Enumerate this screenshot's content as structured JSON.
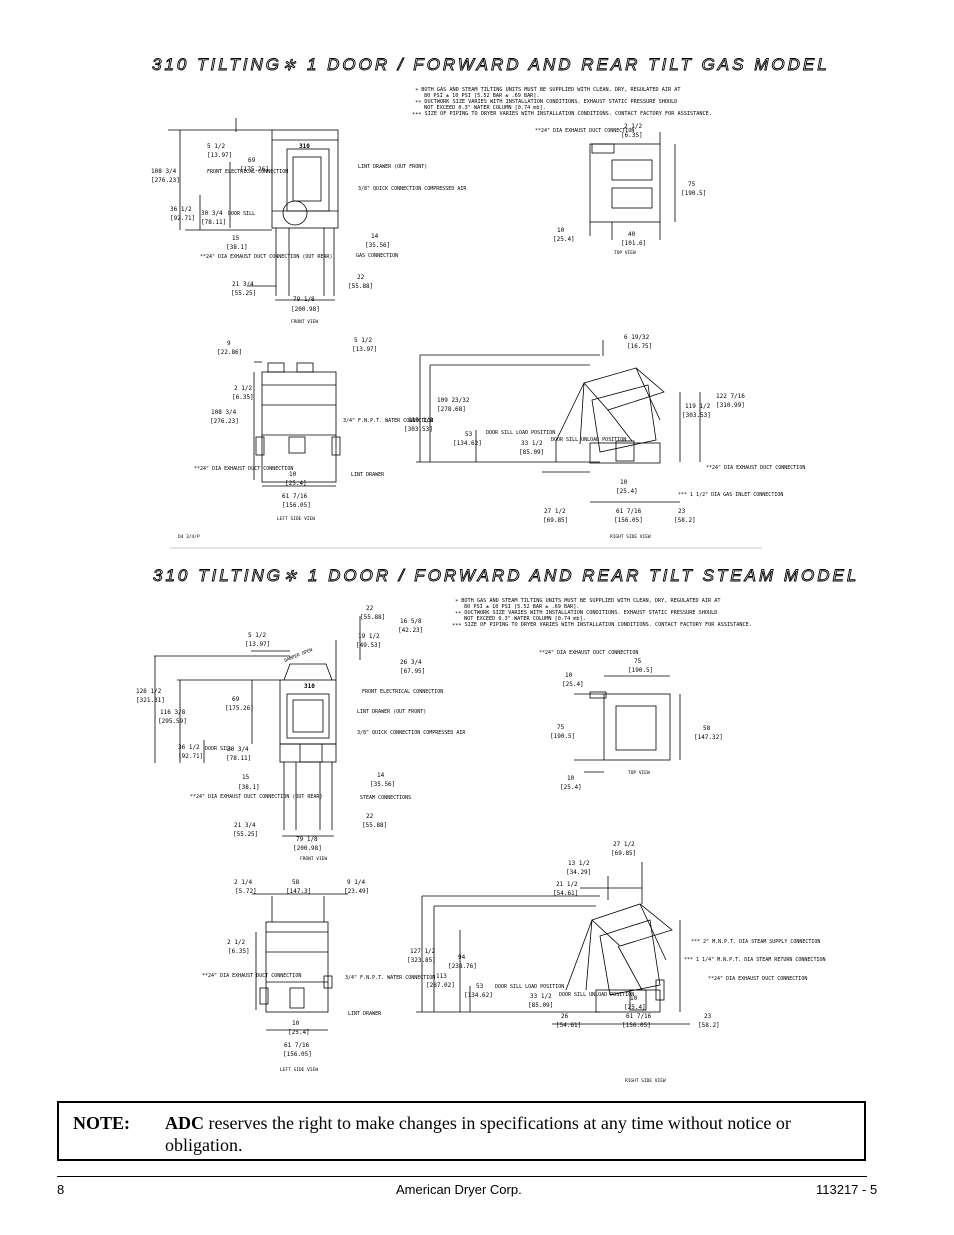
{
  "gas": {
    "title": "310 TILTING∗ 1 DOOR / FORWARD AND REAR TILT GAS MODEL",
    "notes": [
      "∗ BOTH GAS AND STEAM TILTING UNITS MUST BE SUPPLIED WITH CLEAN, DRY, REGULATED AIR AT",
      "80 PSI ± 10 PSI [5.52 BAR ± .69 BAR].",
      "∗∗ DUCTWORK SIZE VARIES WITH INSTALLATION CONDITIONS. EXHAUST STATIC PRESSURE SHOULD",
      "NOT EXCEED 0.3\" WATER COLUMN [0.74 mb].",
      "∗∗∗ SIZE OF PIPING TO DRYER VARIES WITH INSTALLATION CONDITIONS. CONTACT FACTORY FOR ASSISTANCE."
    ],
    "front": {
      "dims": [
        "5 1/2",
        "[13.97]",
        "69",
        "[175.26]",
        "108 3/4",
        "[276.23]",
        "36 1/2",
        "[92.71]",
        "30 3/4",
        "[78.11]",
        "15",
        "[38.1]",
        "21 3/4",
        "[55.25]",
        "79 1/8",
        "[200.98]",
        "14",
        "[35.56]",
        "22",
        "[55.88]"
      ],
      "door_sill": "DOOR SILL",
      "brand": "310",
      "callouts": [
        "FRONT ELECTRICAL CONNECTION",
        "LINT DRAWER (OUT FRONT)",
        "3/8\" QUICK CONNECTION COMPRESSED AIR",
        "**24\" DIA EXHAUST DUCT CONNECTION (OUT REAR)",
        "GAS CONNECTION"
      ],
      "view": "FRONT VIEW"
    },
    "top": {
      "dims": [
        "2 1/2",
        "[6.35]",
        "75",
        "[190.5]",
        "10",
        "[25.4]",
        "40",
        "[101.6]"
      ],
      "callouts": [
        "**24\" DIA EXHAUST DUCT CONNECTION"
      ],
      "view": "TOP VIEW"
    },
    "left": {
      "dims": [
        "9",
        "[22.86]",
        "5 1/2",
        "[13.97]",
        "2 1/2",
        "[6.35]",
        "108 3/4",
        "[276.23]",
        "10",
        "[25.4]",
        "61 7/16",
        "[156.05]"
      ],
      "callouts": [
        "3/4\" F.N.P.T. WATER CONNECTION",
        "**24\" DIA EXHAUST DUCT CONNECTION",
        "LINT DRAWER"
      ],
      "view": "LEFT SIDE VIEW",
      "sheet": "D4 3/4/P"
    },
    "right": {
      "dims": [
        "6 19/32",
        "[16.75]",
        "109 23/32",
        "[278.68]",
        "119 1/2",
        "[303.53]",
        "53",
        "[134.62]",
        "33 1/2",
        "[85.09]",
        "119 1/2",
        "[303.53]",
        "122 7/16",
        "[310.99]",
        "27 1/2",
        "[69.85]",
        "10",
        "[25.4]",
        "61 7/16",
        "[156.05]",
        "23",
        "[58.2]"
      ],
      "callouts": [
        "DOOR SILL LOAD POSITION",
        "DOOR SILL UNLOAD POSITION",
        "**24\" DIA EXHAUST DUCT CONNECTION",
        "*** 1 1/2\" DIA GAS INLET CONNECTION"
      ],
      "view": "RIGHT SIDE VIEW"
    }
  },
  "steam": {
    "title": "310 TILTING∗ 1 DOOR / FORWARD AND REAR TILT STEAM MODEL",
    "notes": [
      "∗ BOTH GAS AND STEAM TILTING UNITS MUST BE SUPPLIED WITH CLEAN, DRY, REGULATED AIR AT",
      "80 PSI ± 10 PSI [5.52 BAR ± .69 BAR].",
      "∗∗ DUCTWORK SIZE VARIES WITH INSTALLATION CONDITIONS. EXHAUST STATIC PRESSURE SHOULD",
      "NOT EXCEED 0.3\" WATER COLUMN [0.74 mb].",
      "∗∗∗ SIZE OF PIPING TO DRYER VARIES WITH INSTALLATION CONDITIONS. CONTACT FACTORY FOR ASSISTANCE."
    ],
    "front": {
      "dims": [
        "22",
        "[55.88]",
        "16 5/8",
        "[42.23]",
        "5 1/2",
        "[13.97]",
        "19 1/2",
        "[49.53]",
        "26 3/4",
        "[67.95]",
        "126 1/2",
        "[321.31]",
        "116 3/8",
        "[295.59]",
        "69",
        "[175.26]",
        "36 1/2",
        "[92.71]",
        "30 3/4",
        "[78.11]",
        "15",
        "[38.1]",
        "14",
        "[35.56]",
        "22",
        "[55.88]",
        "21 3/4",
        "[55.25]",
        "79 1/8",
        "[200.98]"
      ],
      "damper": "DAMPER OPEN",
      "door_sill": "DOOR SILL",
      "brand": "310",
      "callouts": [
        "FRONT ELECTRICAL CONNECTION",
        "LINT DRAWER (OUT FRONT)",
        "3/8\" QUICK CONNECTION COMPRESSED AIR",
        "STEAM CONNECTIONS",
        "**24\" DIA EXHAUST DUCT CONNECTION (OUT REAR)"
      ],
      "view": "FRONT VIEW"
    },
    "top": {
      "dims": [
        "10",
        "[25.4]",
        "75",
        "[190.5]",
        "75",
        "[190.5]",
        "58",
        "[147.32]",
        "10",
        "[25.4]"
      ],
      "callouts": [
        "**24\" DIA EXHAUST DUCT CONNECTION"
      ],
      "view": "TOP VIEW"
    },
    "left": {
      "dims": [
        "2 1/4",
        "[5.72]",
        "58",
        "[147.3]",
        "9 1/4",
        "[23.49]",
        "2 1/2",
        "[6.35]",
        "10",
        "[25.4]",
        "61 7/16",
        "[156.05]"
      ],
      "callouts": [
        "**24\" DIA EXHAUST DUCT CONNECTION",
        "3/4\" F.N.P.T. WATER CONNECTION",
        "LINT DRAWER"
      ],
      "view": "LEFT SIDE VIEW"
    },
    "right": {
      "dims": [
        "27 1/2",
        "[69.85]",
        "13 1/2",
        "[34.29]",
        "21 1/2",
        "[54.61]",
        "127 1/2",
        "[323.85]",
        "94",
        "[238.76]",
        "113",
        "[287.02]",
        "53",
        "[134.62]",
        "33 1/2",
        "[85.09]",
        "10",
        "[25.4]",
        "26",
        "[54.61]",
        "61 7/16",
        "[156.05]",
        "23",
        "[58.2]"
      ],
      "callouts": [
        "DOOR SILL LOAD POSITION",
        "DOOR SILL UNLOAD POSITION",
        "*** 2\" M.N.P.T. DIA STEAM SUPPLY CONNECTION",
        "*** 1 1/4\" M.N.P.T. DIA STEAM RETURN CONNECTION",
        "**24\" DIA EXHAUST DUCT CONNECTION"
      ],
      "view": "RIGHT SIDE VIEW"
    }
  },
  "note": {
    "label": "NOTE:",
    "brand": "ADC",
    "text": "reserves the right to make changes in specifications at any time without notice or obligation."
  },
  "footer": {
    "page": "8",
    "company": "American Dryer Corp.",
    "doc_number": "113217 - 5"
  }
}
